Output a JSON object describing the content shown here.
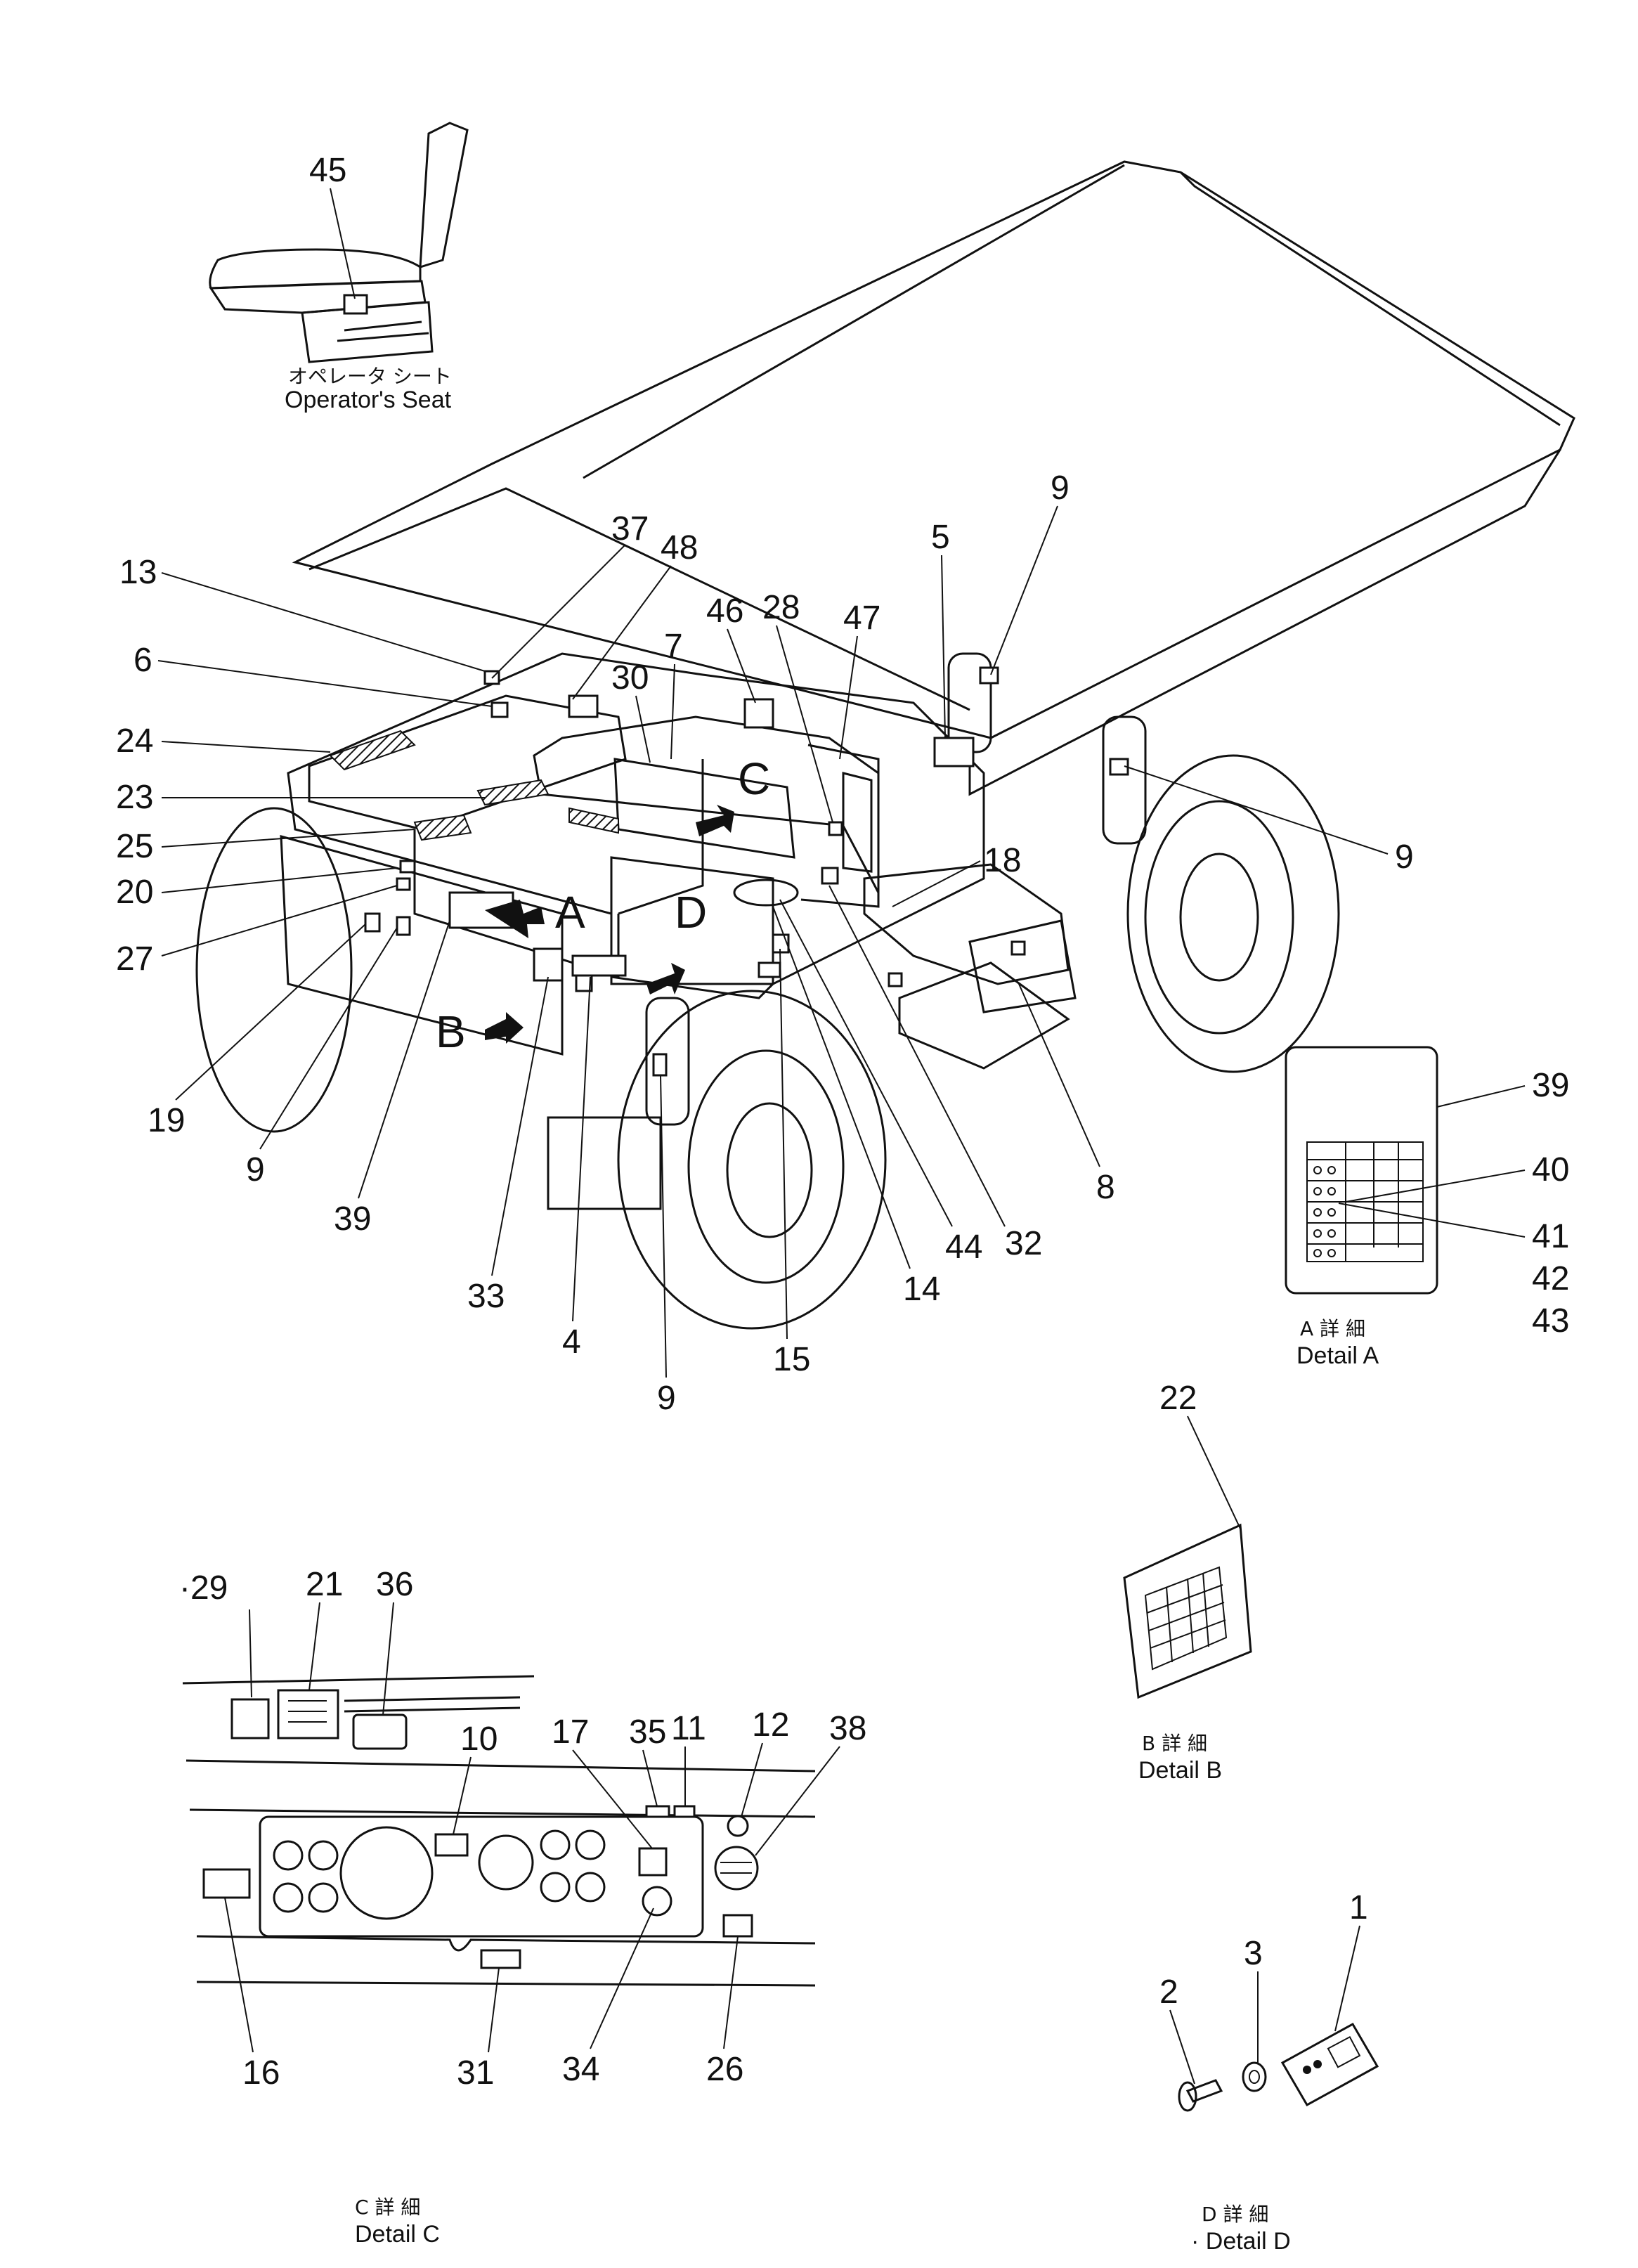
{
  "captions": {
    "seat_jp": "オペレータ シート",
    "seat_en": "Operator's Seat",
    "detailA_jp": "A 詳 細",
    "detailA_en": "Detail A",
    "detailB_jp": "B 詳 細",
    "detailB_en": "Detail B",
    "detailC_jp": "C 詳 細",
    "detailC_en": "Detail C",
    "detailD_jp": "D 詳 細",
    "detailD_en": "· Detail D"
  },
  "view_letters": {
    "A": "A",
    "B": "B",
    "C": "C",
    "D": "D"
  },
  "callouts": {
    "n45": "45",
    "n37": "37",
    "n48": "48",
    "n13": "13",
    "n6": "6",
    "n24": "24",
    "n23": "23",
    "n25": "25",
    "n20": "20",
    "n27": "27",
    "n19": "19",
    "n9a": "9",
    "n39a": "39",
    "n33": "33",
    "n4": "4",
    "n9b": "9",
    "n15": "15",
    "n14": "14",
    "n44": "44",
    "n32": "32",
    "n8": "8",
    "n18": "18",
    "n9c": "9",
    "n9d": "9",
    "n5": "5",
    "n47": "47",
    "n28": "28",
    "n46": "46",
    "n7": "7",
    "n30": "30",
    "n39b": "39",
    "n40": "40",
    "n41": "41",
    "n42": "42",
    "n43": "43",
    "n22": "22",
    "n29": "·29",
    "n21": "21",
    "n36": "36",
    "n10": "10",
    "n17": "17",
    "n35": "35",
    "n11": "11",
    "n12": "12",
    "n38": "38",
    "n16": "16",
    "n31": "31",
    "n34": "34",
    "n26": "26",
    "n1": "1",
    "n2": "2",
    "n3": "3"
  }
}
